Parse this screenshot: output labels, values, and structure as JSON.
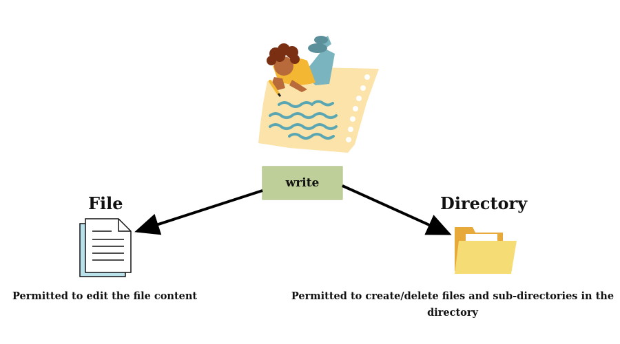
{
  "center": {
    "label": "write"
  },
  "file": {
    "title": "File",
    "description": "Permitted to edit the file content",
    "icon": "document-icon"
  },
  "directory": {
    "title": "Directory",
    "description": "Permitted to create/delete files and sub-directories in the directory",
    "icon": "folder-icon"
  },
  "illustration": {
    "icon": "person-writing-on-paper-illustration"
  },
  "colors": {
    "center_box_fill": "#bfcf99",
    "center_box_border": "#a8bd7f",
    "arrow": "#000000",
    "paper": "#fbe3a9",
    "ink": "#5aa7b3",
    "shirt": "#f3b733",
    "skin": "#b86a3a",
    "hair": "#7a2f12",
    "pants": "#7ab4bf",
    "document_back": "#b9e1ec",
    "folder_back": "#e6a93a",
    "folder_front": "#f6dc74"
  }
}
